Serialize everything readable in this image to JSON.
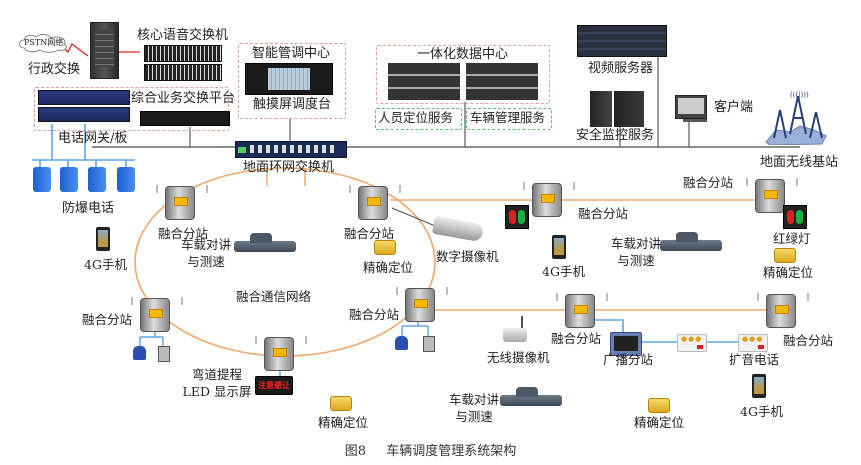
{
  "title": "车辆调度管理系统架构",
  "caption": {
    "figure_no": "图8",
    "text": "车辆调度管理系统架构"
  },
  "colors": {
    "ring_network": "#f0a868",
    "ethernet": "#666666",
    "field_bus": "#5aa8e0",
    "dashed_group": "#e0a0a0",
    "service_group": "#5cbf6a",
    "pstn_link": "#e02020"
  },
  "top": {
    "pstn": "PSTN网络",
    "admin_exchange": "行政交换",
    "core_voice_switch": "核心语音交换机",
    "integrated_platform": "综合业务交换平台",
    "phone_gateway": "电话网关/板",
    "explosion_proof_phone": "防爆电话",
    "control_center": "智能管调中心",
    "touch_console": "触摸屏调度台",
    "ground_ring_switch": "地面环网交换机",
    "data_center": "一体化数据中心",
    "personnel_location_service": "人员定位服务",
    "vehicle_management_service": "车辆管理服务",
    "video_server": "视频服务器",
    "security_monitoring": "安全监控服务",
    "client": "客户端",
    "ground_wireless_base": "地面无线基站"
  },
  "field": {
    "fusion_substation": "融合分站",
    "vehicle_intercom_line1": "车载对讲",
    "vehicle_intercom_line2": "与测速",
    "phone_4g": "4G手机",
    "fusion_network": "融合通信网络",
    "precise_location": "精确定位",
    "digital_camera": "数字摄像机",
    "traffic_light": "红绿灯",
    "curve_warning_line1": "弯道提程",
    "curve_warning_line2": "LED 显示屏",
    "led_text": "注意避让",
    "wireless_camera": "无线摄像机",
    "broadcast_substation": "广播分站",
    "loudspeaker_phone": "扩音电话"
  }
}
